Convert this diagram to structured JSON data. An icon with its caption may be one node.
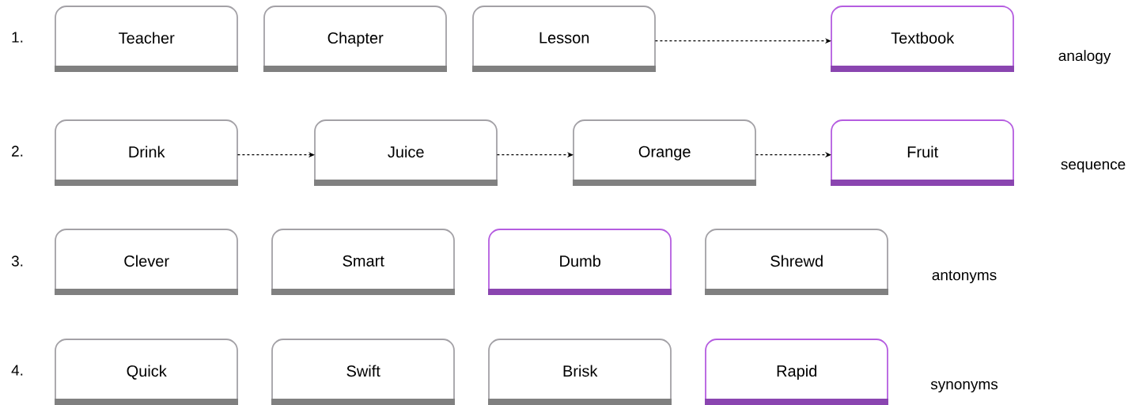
{
  "diagram": {
    "nodes": [
      {
        "text": [
          "Teacher"
        ]
      },
      {
        "text": [
          "Chapter"
        ]
      },
      {
        "text": [
          "Lesson"
        ]
      },
      {
        "text": [
          "Textbook"
        ]
      },
      {
        "text": [
          "Drink"
        ]
      },
      {
        "text": [
          "Juice"
        ]
      },
      {
        "text": [
          "Orange"
        ]
      },
      {
        "text": [
          "Fruit"
        ]
      },
      {
        "text": [
          "Clever"
        ]
      },
      {
        "text": [
          "Smart"
        ]
      },
      {
        "text": [
          "Dumb"
        ]
      },
      {
        "text": [
          "Shrewd"
        ]
      },
      {
        "text": [
          "Quick"
        ]
      },
      {
        "text": [
          "Swift"
        ]
      },
      {
        "text": [
          "Brisk"
        ]
      },
      {
        "text": [
          "Rapid"
        ]
      }
    ],
    "edges": [
      {
        "from": 2,
        "to": 3,
        "arrow": "to",
        "style": "dashed"
      },
      {
        "from": 4,
        "to": 5,
        "arrow": "to",
        "style": "dashed"
      },
      {
        "from": 5,
        "to": 6,
        "arrow": "to",
        "style": "dashed"
      },
      {
        "from": 6,
        "to": 7,
        "arrow": "to",
        "style": "dashed"
      }
    ],
    "labels": [
      "1.",
      "analogy",
      "2.",
      "sequence",
      "3.",
      "antonyms",
      "4.",
      "synonyms"
    ]
  }
}
